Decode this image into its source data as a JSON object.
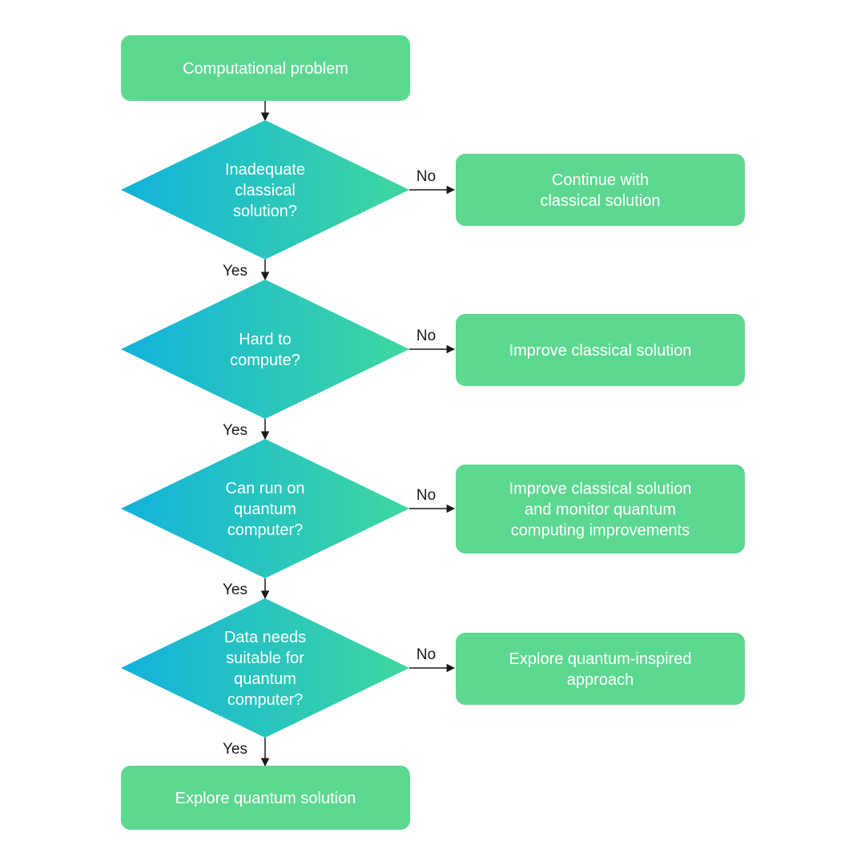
{
  "colors": {
    "box": "#5dd891",
    "diamond_left": "#12b2dc",
    "diamond_right": "#3fd7a0",
    "text_on_shape": "#ffffff",
    "label": "#1a1a1a",
    "arrow": "#1a1a1a"
  },
  "start": {
    "lines": [
      "Computational problem"
    ]
  },
  "decisions": [
    {
      "question": [
        "Inadequate",
        "classical",
        "solution?"
      ],
      "no_label": "No",
      "yes_label": "Yes",
      "outcome": [
        "Continue with",
        "classical solution"
      ]
    },
    {
      "question": [
        "Hard to",
        "compute?"
      ],
      "no_label": "No",
      "yes_label": "Yes",
      "outcome": [
        "Improve classical solution"
      ]
    },
    {
      "question": [
        "Can run on",
        "quantum",
        "computer?"
      ],
      "no_label": "No",
      "yes_label": "Yes",
      "outcome": [
        "Improve classical solution",
        "and monitor quantum",
        "computing improvements"
      ]
    },
    {
      "question": [
        "Data needs",
        "suitable for",
        "quantum",
        "computer?"
      ],
      "no_label": "No",
      "yes_label": "Yes",
      "outcome": [
        "Explore quantum-inspired",
        "approach"
      ]
    }
  ],
  "end": {
    "lines": [
      "Explore quantum solution"
    ]
  }
}
